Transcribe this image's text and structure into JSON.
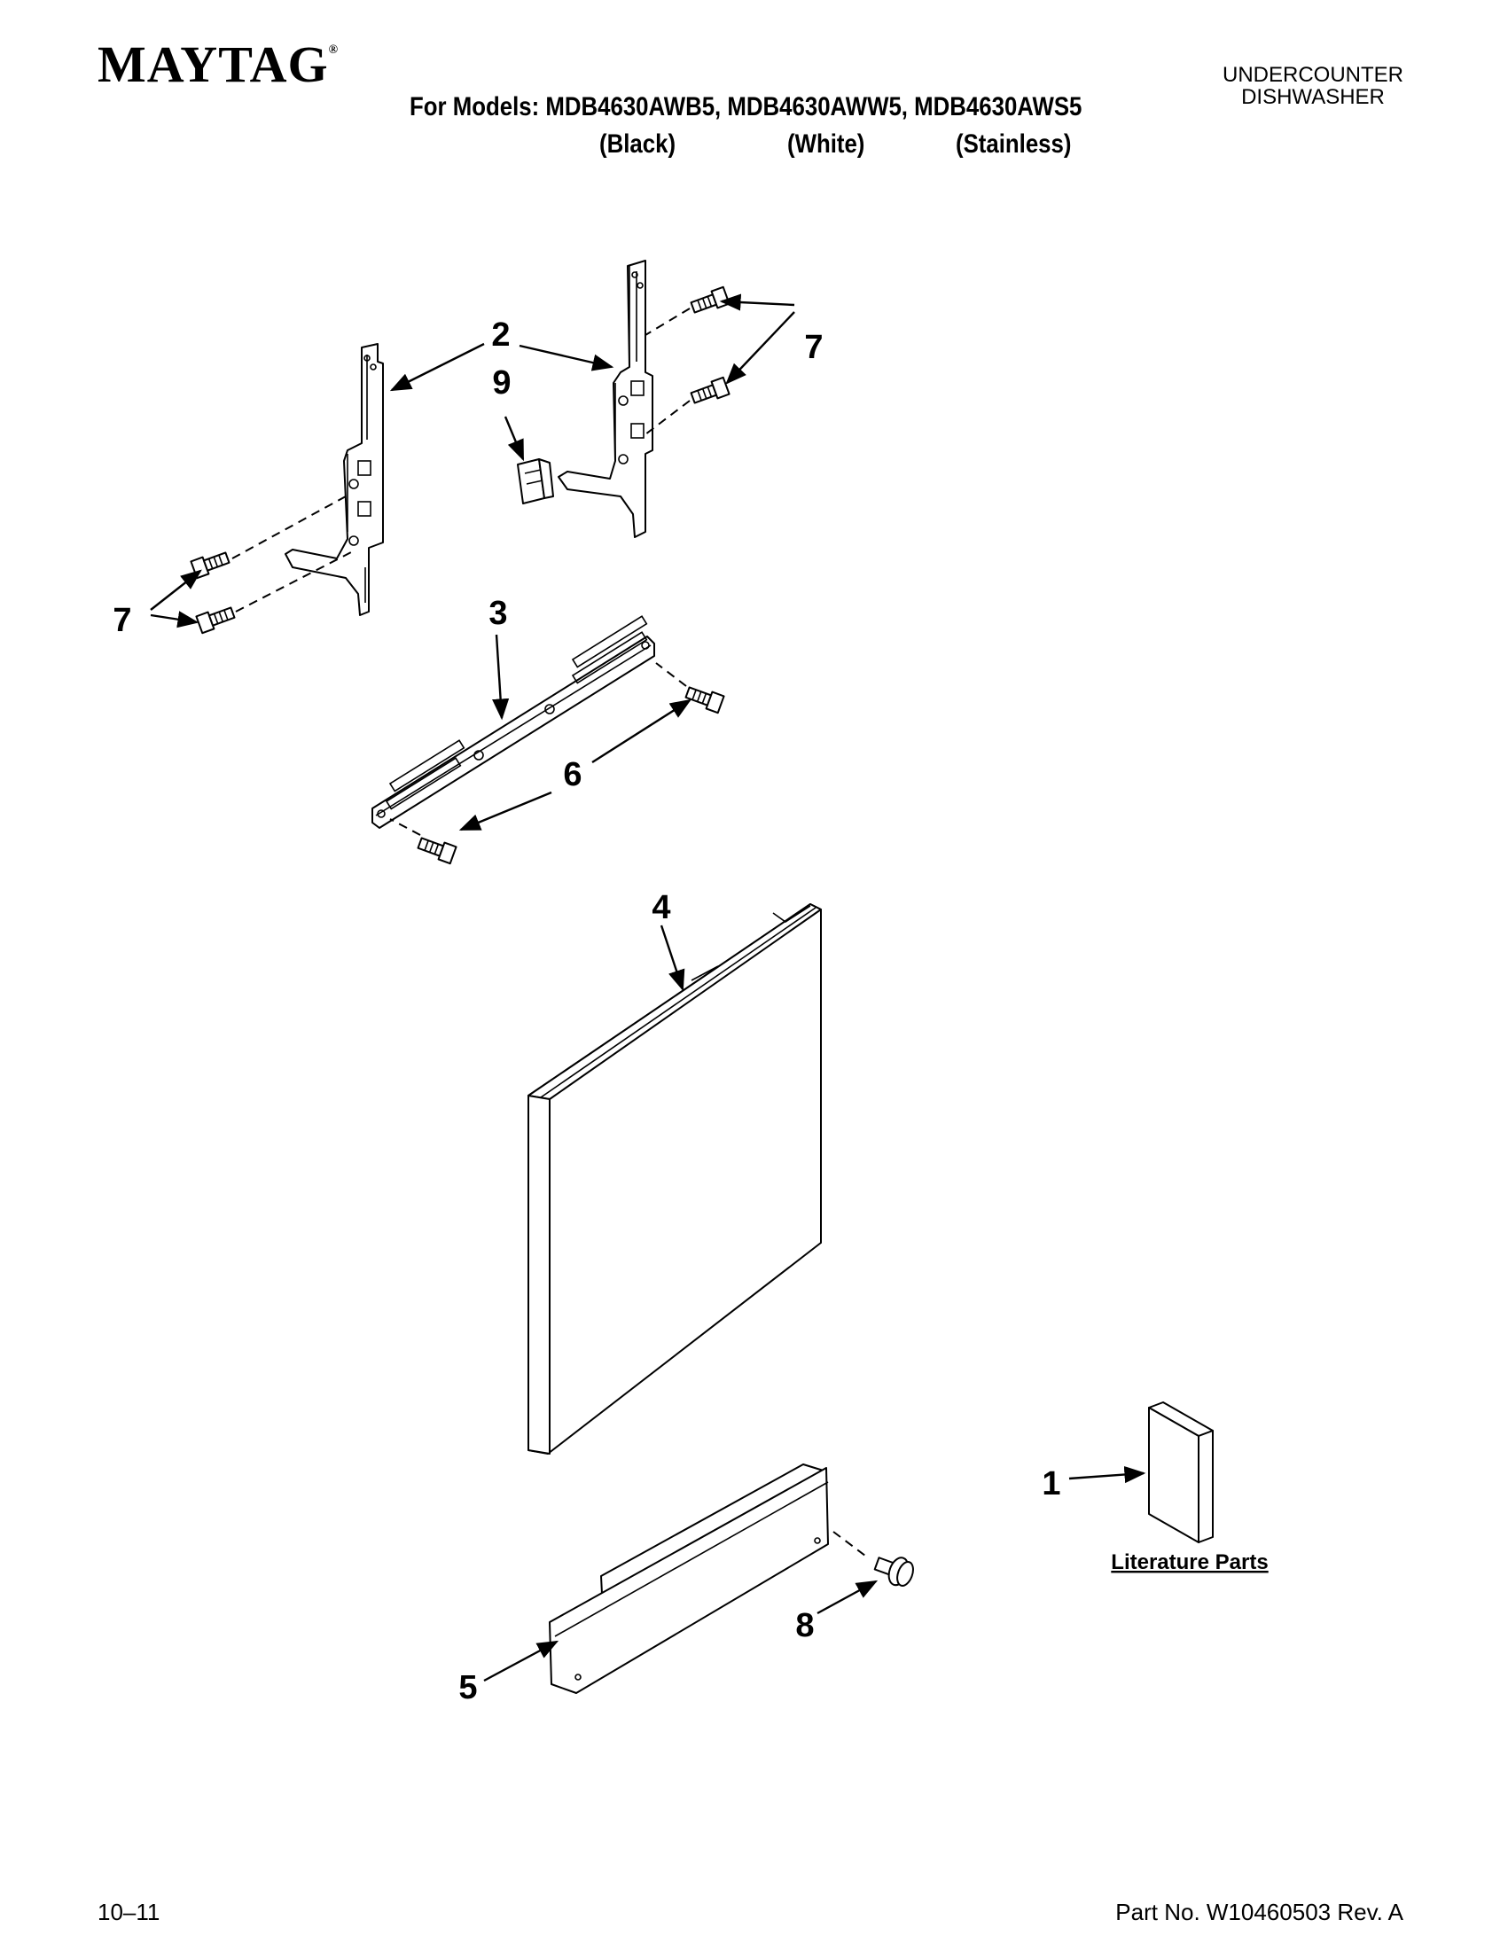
{
  "header": {
    "brand": "MAYTAG",
    "brand_mark": "®",
    "models_line": "For Models: MDB4630AWB5, MDB4630AWW5, MDB4630AWS5",
    "variants": [
      "(Black)",
      "(White)",
      "(Stainless)"
    ],
    "product_type": [
      "UNDERCOUNTER",
      "DISHWASHER"
    ]
  },
  "diagram": {
    "callouts": [
      "1",
      "2",
      "3",
      "4",
      "5",
      "6",
      "7",
      "7",
      "8",
      "9"
    ],
    "literature_label": "Literature Parts"
  },
  "footer": {
    "date_code": "10–11",
    "part_number": "Part No. W10460503 Rev. A"
  }
}
